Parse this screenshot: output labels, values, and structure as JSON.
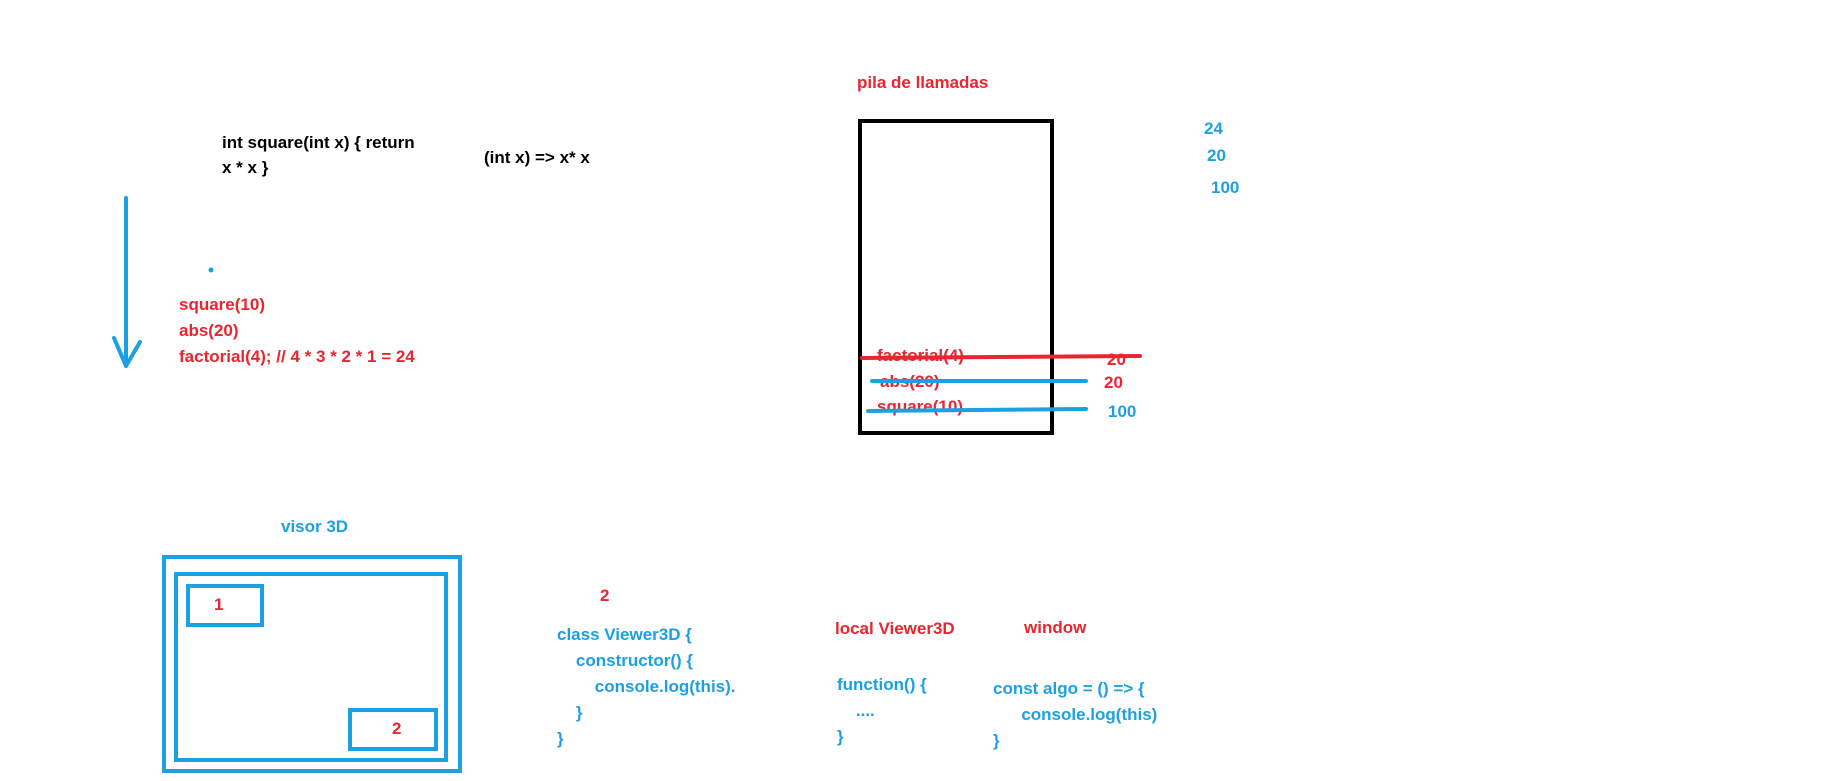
{
  "colors": {
    "ink": "#000000",
    "red": "#e8262f",
    "blue": "#1ba1e2"
  },
  "function_def": {
    "line1": "int square(int x) { return",
    "line2": "x * x }"
  },
  "lambda": "(int x) => x* x",
  "calls": {
    "line1": "square(10)",
    "line2": "abs(20)",
    "line3": "factorial(4); // 4 * 3 * 2 * 1 = 24"
  },
  "stack": {
    "title": "pila de llamadas",
    "frames": [
      "factorial(4)",
      "abs(20)",
      "square(10)"
    ],
    "frame_results": [
      "20",
      "20",
      "100"
    ]
  },
  "results_column": [
    "24",
    "20",
    "100"
  ],
  "viewer": {
    "title": "visor 3D",
    "box1": "1",
    "box2": "2"
  },
  "class_code": {
    "marker": "2",
    "lines": [
      "class Viewer3D {",
      "    constructor() {",
      "        console.log(this).",
      "    }",
      "}"
    ]
  },
  "local_scope": {
    "title": "local Viewer3D",
    "lines": [
      "function() {",
      "    ....",
      "}"
    ]
  },
  "window_scope": {
    "title": "window",
    "lines": [
      "const algo = () => {",
      "      console.log(this)",
      "}"
    ]
  }
}
